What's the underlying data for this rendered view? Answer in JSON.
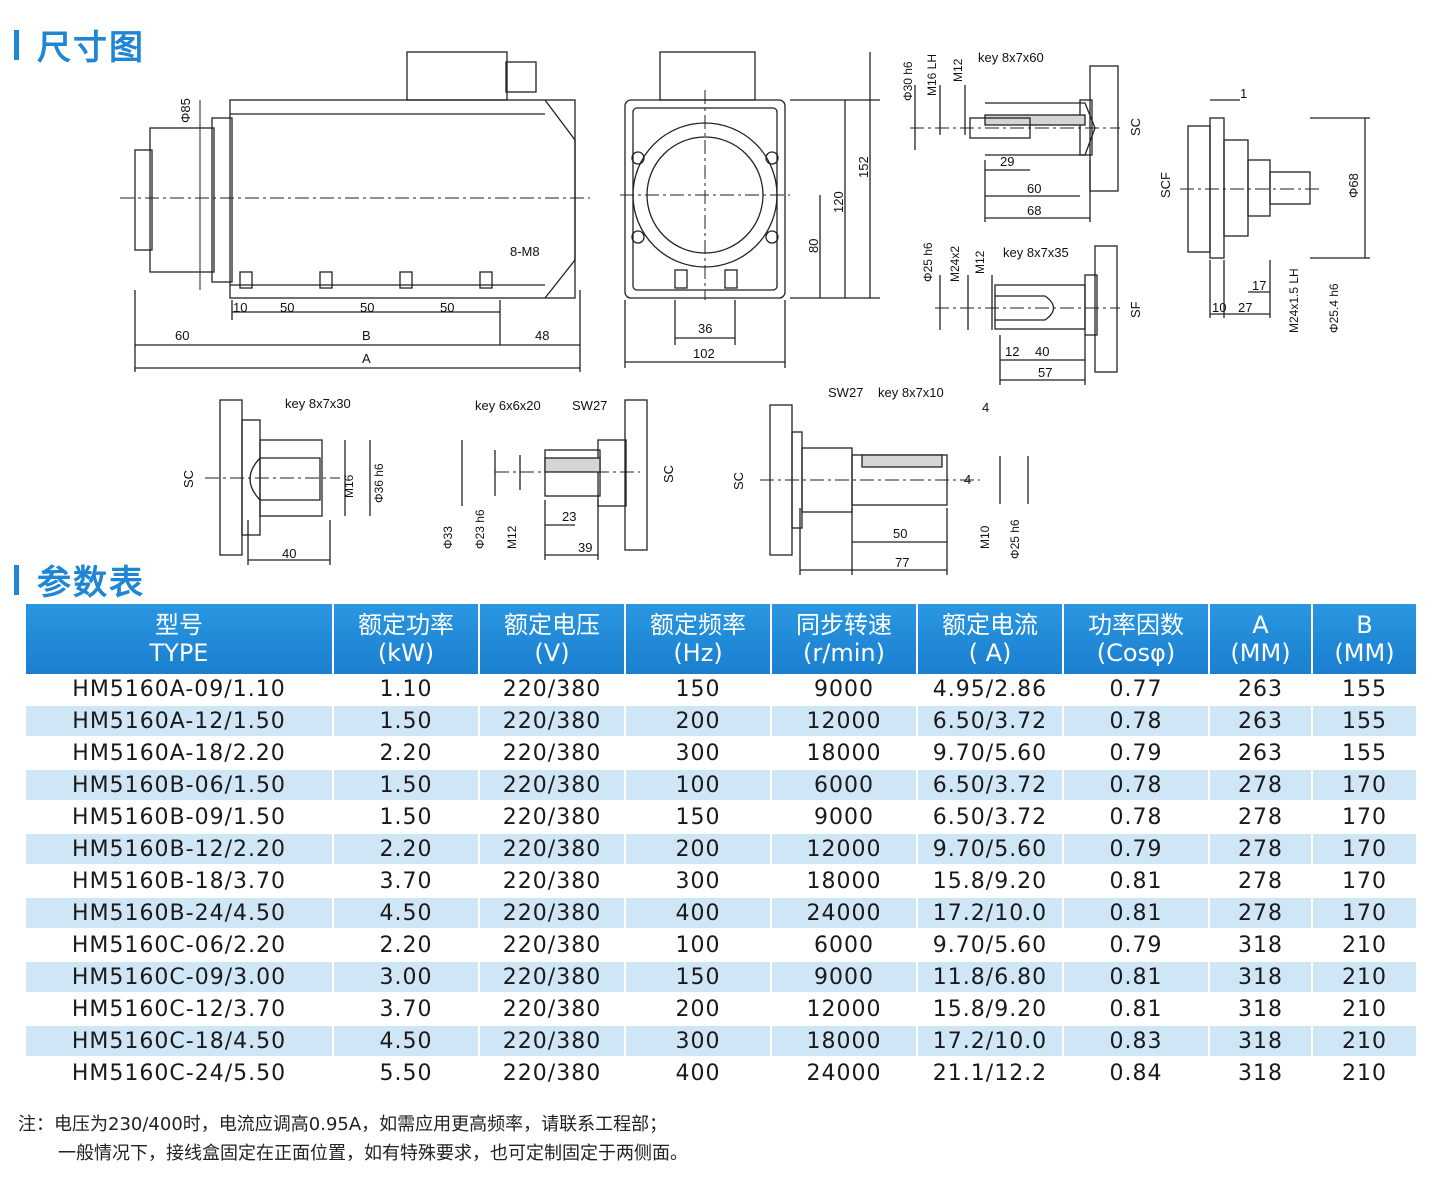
{
  "sections": {
    "dimension_title": "尺寸图",
    "parameter_title": "参数表"
  },
  "drawing_labels": {
    "main_view": {
      "dia85": "Φ85",
      "thread": "8-M8",
      "d10": "10",
      "d50a": "50",
      "d50b": "50",
      "d50c": "50",
      "d60": "60",
      "dB": "B",
      "d48": "48",
      "dA": "A"
    },
    "front_view": {
      "d152": "152",
      "d120": "120",
      "d80": "80",
      "d36": "36",
      "d102": "102"
    },
    "sc_shaft": {
      "key": "key 8x7x60",
      "dia30": "Φ30 h6",
      "m16": "M16 LH",
      "m12": "M12",
      "sc": "SC",
      "d29": "29",
      "d60": "60",
      "d68": "68"
    },
    "scf_shaft": {
      "d1": "1",
      "scf": "SCF",
      "dia68": "Φ68",
      "d10": "10",
      "d27": "27",
      "d17": "17",
      "m24": "M24x1.5 LH",
      "dia254": "Φ25.4 h6"
    },
    "sf_shaft": {
      "key": "key 8x7x35",
      "dia25": "Φ25 h6",
      "m24": "M24x2",
      "m12": "M12",
      "sf": "SF",
      "d12": "12",
      "d40": "40",
      "d57": "57"
    },
    "sc_small": {
      "key": "key 8x7x30",
      "sc": "SC",
      "m16": "M16",
      "dia36": "Φ36 h6",
      "d40": "40"
    },
    "sc_mid": {
      "key": "key 6x6x20",
      "sw": "SW27",
      "sc": "SC",
      "dia33": "Φ33",
      "dia23": "Φ23 h6",
      "m12": "M12",
      "d23": "23",
      "d39": "39"
    },
    "sc_right": {
      "sw": "SW27",
      "key": "key 8x7x10",
      "d4a": "4",
      "sc": "SC",
      "d4b": "4",
      "m10": "M10",
      "dia25": "Φ25 h6",
      "d50": "50",
      "d77": "77"
    }
  },
  "table": {
    "headers": [
      {
        "cn": "型号",
        "en": "TYPE"
      },
      {
        "cn": "额定功率",
        "en": "(kW)"
      },
      {
        "cn": "额定电压",
        "en": "(V)"
      },
      {
        "cn": "额定频率",
        "en": "(Hz)"
      },
      {
        "cn": "同步转速",
        "en": "(r/min)"
      },
      {
        "cn": "额定电流",
        "en": "( A)"
      },
      {
        "cn": "功率因数",
        "en": "(Cosφ)"
      },
      {
        "cn": "A",
        "en": "(MM)"
      },
      {
        "cn": "B",
        "en": "(MM)"
      }
    ],
    "rows": [
      [
        "HM5160A-09/1.10",
        "1.10",
        "220/380",
        "150",
        "9000",
        "4.95/2.86",
        "0.77",
        "263",
        "155"
      ],
      [
        "HM5160A-12/1.50",
        "1.50",
        "220/380",
        "200",
        "12000",
        "6.50/3.72",
        "0.78",
        "263",
        "155"
      ],
      [
        "HM5160A-18/2.20",
        "2.20",
        "220/380",
        "300",
        "18000",
        "9.70/5.60",
        "0.79",
        "263",
        "155"
      ],
      [
        "HM5160B-06/1.50",
        "1.50",
        "220/380",
        "100",
        "6000",
        "6.50/3.72",
        "0.78",
        "278",
        "170"
      ],
      [
        "HM5160B-09/1.50",
        "1.50",
        "220/380",
        "150",
        "9000",
        "6.50/3.72",
        "0.78",
        "278",
        "170"
      ],
      [
        "HM5160B-12/2.20",
        "2.20",
        "220/380",
        "200",
        "12000",
        "9.70/5.60",
        "0.79",
        "278",
        "170"
      ],
      [
        "HM5160B-18/3.70",
        "3.70",
        "220/380",
        "300",
        "18000",
        "15.8/9.20",
        "0.81",
        "278",
        "170"
      ],
      [
        "HM5160B-24/4.50",
        "4.50",
        "220/380",
        "400",
        "24000",
        "17.2/10.0",
        "0.81",
        "278",
        "170"
      ],
      [
        "HM5160C-06/2.20",
        "2.20",
        "220/380",
        "100",
        "6000",
        "9.70/5.60",
        "0.79",
        "318",
        "210"
      ],
      [
        "HM5160C-09/3.00",
        "3.00",
        "220/380",
        "150",
        "9000",
        "11.8/6.80",
        "0.81",
        "318",
        "210"
      ],
      [
        "HM5160C-12/3.70",
        "3.70",
        "220/380",
        "200",
        "12000",
        "15.8/9.20",
        "0.81",
        "318",
        "210"
      ],
      [
        "HM5160C-18/4.50",
        "4.50",
        "220/380",
        "300",
        "18000",
        "17.2/10.0",
        "0.83",
        "318",
        "210"
      ],
      [
        "HM5160C-24/5.50",
        "5.50",
        "220/380",
        "400",
        "24000",
        "21.1/12.2",
        "0.84",
        "318",
        "210"
      ]
    ]
  },
  "notes": {
    "line1": "注：电压为230/400时，电流应调高0.95A，如需应用更高频率，请联系工程部；",
    "line2": "一般情况下，接线盒固定在正面位置，如有特殊要求，也可定制固定于两侧面。"
  }
}
